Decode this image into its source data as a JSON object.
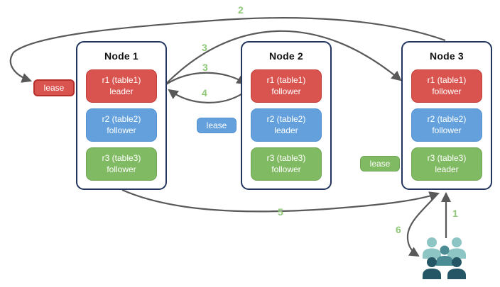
{
  "diagram": {
    "nodes": [
      {
        "title": "Node 1",
        "replicas": [
          {
            "label": "r1 (table1)",
            "role": "leader"
          },
          {
            "label": "r2 (table2)",
            "role": "follower"
          },
          {
            "label": "r3 (table3)",
            "role": "follower"
          }
        ]
      },
      {
        "title": "Node 2",
        "replicas": [
          {
            "label": "r1 (table1)",
            "role": "follower"
          },
          {
            "label": "r2 (table2)",
            "role": "leader"
          },
          {
            "label": "r3 (table3)",
            "role": "follower"
          }
        ]
      },
      {
        "title": "Node 3",
        "replicas": [
          {
            "label": "r1 (table1)",
            "role": "follower"
          },
          {
            "label": "r2 (table2)",
            "role": "follower"
          },
          {
            "label": "r3 (table3)",
            "role": "leader"
          }
        ]
      }
    ],
    "lease_labels": {
      "red": "lease",
      "blue": "lease",
      "green": "lease"
    },
    "steps": {
      "s1": "1",
      "s2": "2",
      "s3a": "3",
      "s3b": "3",
      "s4": "4",
      "s5": "5",
      "s6": "6"
    },
    "icons": {
      "users": "users-group-icon"
    },
    "colors": {
      "replica_red": "#d9534f",
      "replica_blue": "#64a1dc",
      "replica_green": "#80ba62",
      "node_border": "#23355d",
      "arrow": "#595959",
      "step_label": "#8fc876",
      "users_light": "#8cc5c3",
      "users_mid": "#4a8b94",
      "users_dark": "#255666"
    }
  }
}
